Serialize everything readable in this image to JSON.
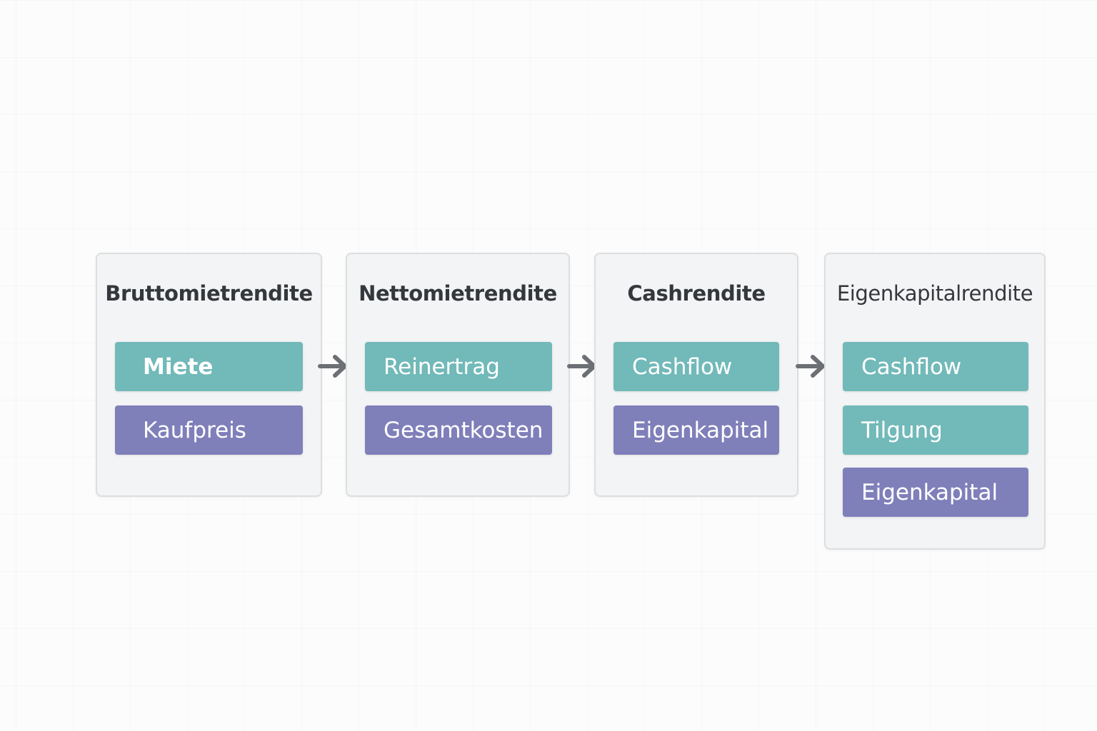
{
  "colors": {
    "teal": "#72b9b9",
    "purple": "#7f7fba",
    "arrow": "#6c7075",
    "card_bg": "#f3f4f5",
    "card_border": "#dcdee0",
    "title": "#34373b"
  },
  "cards": [
    {
      "title": "Bruttomietrendite",
      "items": [
        {
          "label": "Miete",
          "color": "teal"
        },
        {
          "label": "Kaufpreis",
          "color": "purple"
        }
      ]
    },
    {
      "title": "Nettomietrendite",
      "items": [
        {
          "label": "Reinertrag",
          "color": "teal"
        },
        {
          "label": "Gesamtkosten",
          "color": "purple"
        }
      ]
    },
    {
      "title": "Cashrendite",
      "items": [
        {
          "label": "Cashflow",
          "color": "teal"
        },
        {
          "label": "Eigenkapital",
          "color": "purple"
        }
      ]
    },
    {
      "title": "Eigenkapitalrendite",
      "items": [
        {
          "label": "Cashflow",
          "color": "teal"
        },
        {
          "label": "Tilgung",
          "color": "teal"
        },
        {
          "label": "Eigenkapital",
          "color": "purple"
        }
      ]
    }
  ],
  "arrows": [
    {
      "icon": "arrow-right-icon"
    },
    {
      "icon": "arrow-right-icon"
    },
    {
      "icon": "arrow-right-icon"
    }
  ]
}
